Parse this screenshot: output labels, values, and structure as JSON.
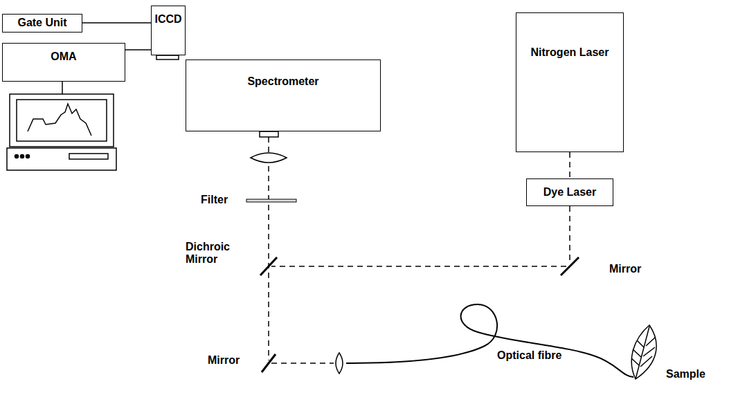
{
  "diagram": {
    "nodes": [
      {
        "text": [
          "Gate Unit"
        ]
      },
      {
        "text": [
          "ICCD"
        ]
      },
      {
        "text": [
          "Nitrogen Laser"
        ]
      },
      {
        "text": [
          "OMA"
        ]
      },
      {
        "text": [
          "Spectrometer"
        ]
      },
      {
        "text": [
          "Dye Laser"
        ]
      }
    ],
    "edges": [
      {
        "from": 0,
        "to": 1,
        "arrow": "none"
      },
      {
        "from": 3,
        "to": 1,
        "arrow": "none"
      },
      {
        "from": 2,
        "to": 5,
        "arrow": "none"
      }
    ],
    "labels": [
      "Filter",
      "Dichroic Mirror",
      "Mirror",
      "Mirror",
      "Optical fibre",
      "Sample"
    ]
  }
}
